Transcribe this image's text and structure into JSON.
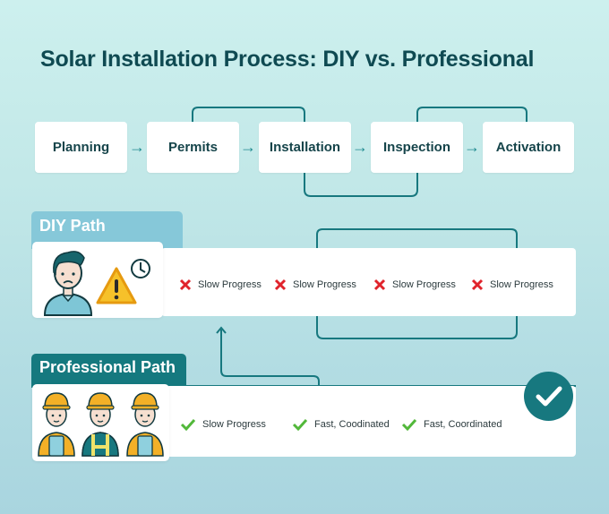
{
  "title": "Solar Installation Process: DIY vs. Professional",
  "colors": {
    "accent": "#17787f",
    "diy_tab": "#86c8d9",
    "fail": "#e0232b",
    "success": "#52b83a",
    "title": "#0f4a52"
  },
  "process": {
    "steps": [
      {
        "label": "Planning"
      },
      {
        "label": "Permits"
      },
      {
        "label": "Installation"
      },
      {
        "label": "Inspection"
      },
      {
        "label": "Activation"
      }
    ],
    "arrow_glyph": "→"
  },
  "diy": {
    "tab_label": "DIY Path",
    "icons": [
      "frustrated-person-icon",
      "warning-icon",
      "clock-icon"
    ],
    "items": [
      {
        "icon": "x-icon",
        "label": "Slow Progress"
      },
      {
        "icon": "x-icon",
        "label": "Slow Progress"
      },
      {
        "icon": "x-icon",
        "label": "Slow Progress"
      },
      {
        "icon": "x-icon",
        "label": "Slow Progress"
      }
    ]
  },
  "professional": {
    "tab_label": "Professional Path",
    "icons": [
      "worker-icon",
      "worker-icon",
      "worker-icon"
    ],
    "items": [
      {
        "icon": "check-icon",
        "label": "Slow Progress"
      },
      {
        "icon": "check-icon",
        "label": "Fast, Coodinated"
      },
      {
        "icon": "check-icon",
        "label": "Fast, Coordinated"
      }
    ],
    "badge_icon": "check-circle-icon"
  }
}
